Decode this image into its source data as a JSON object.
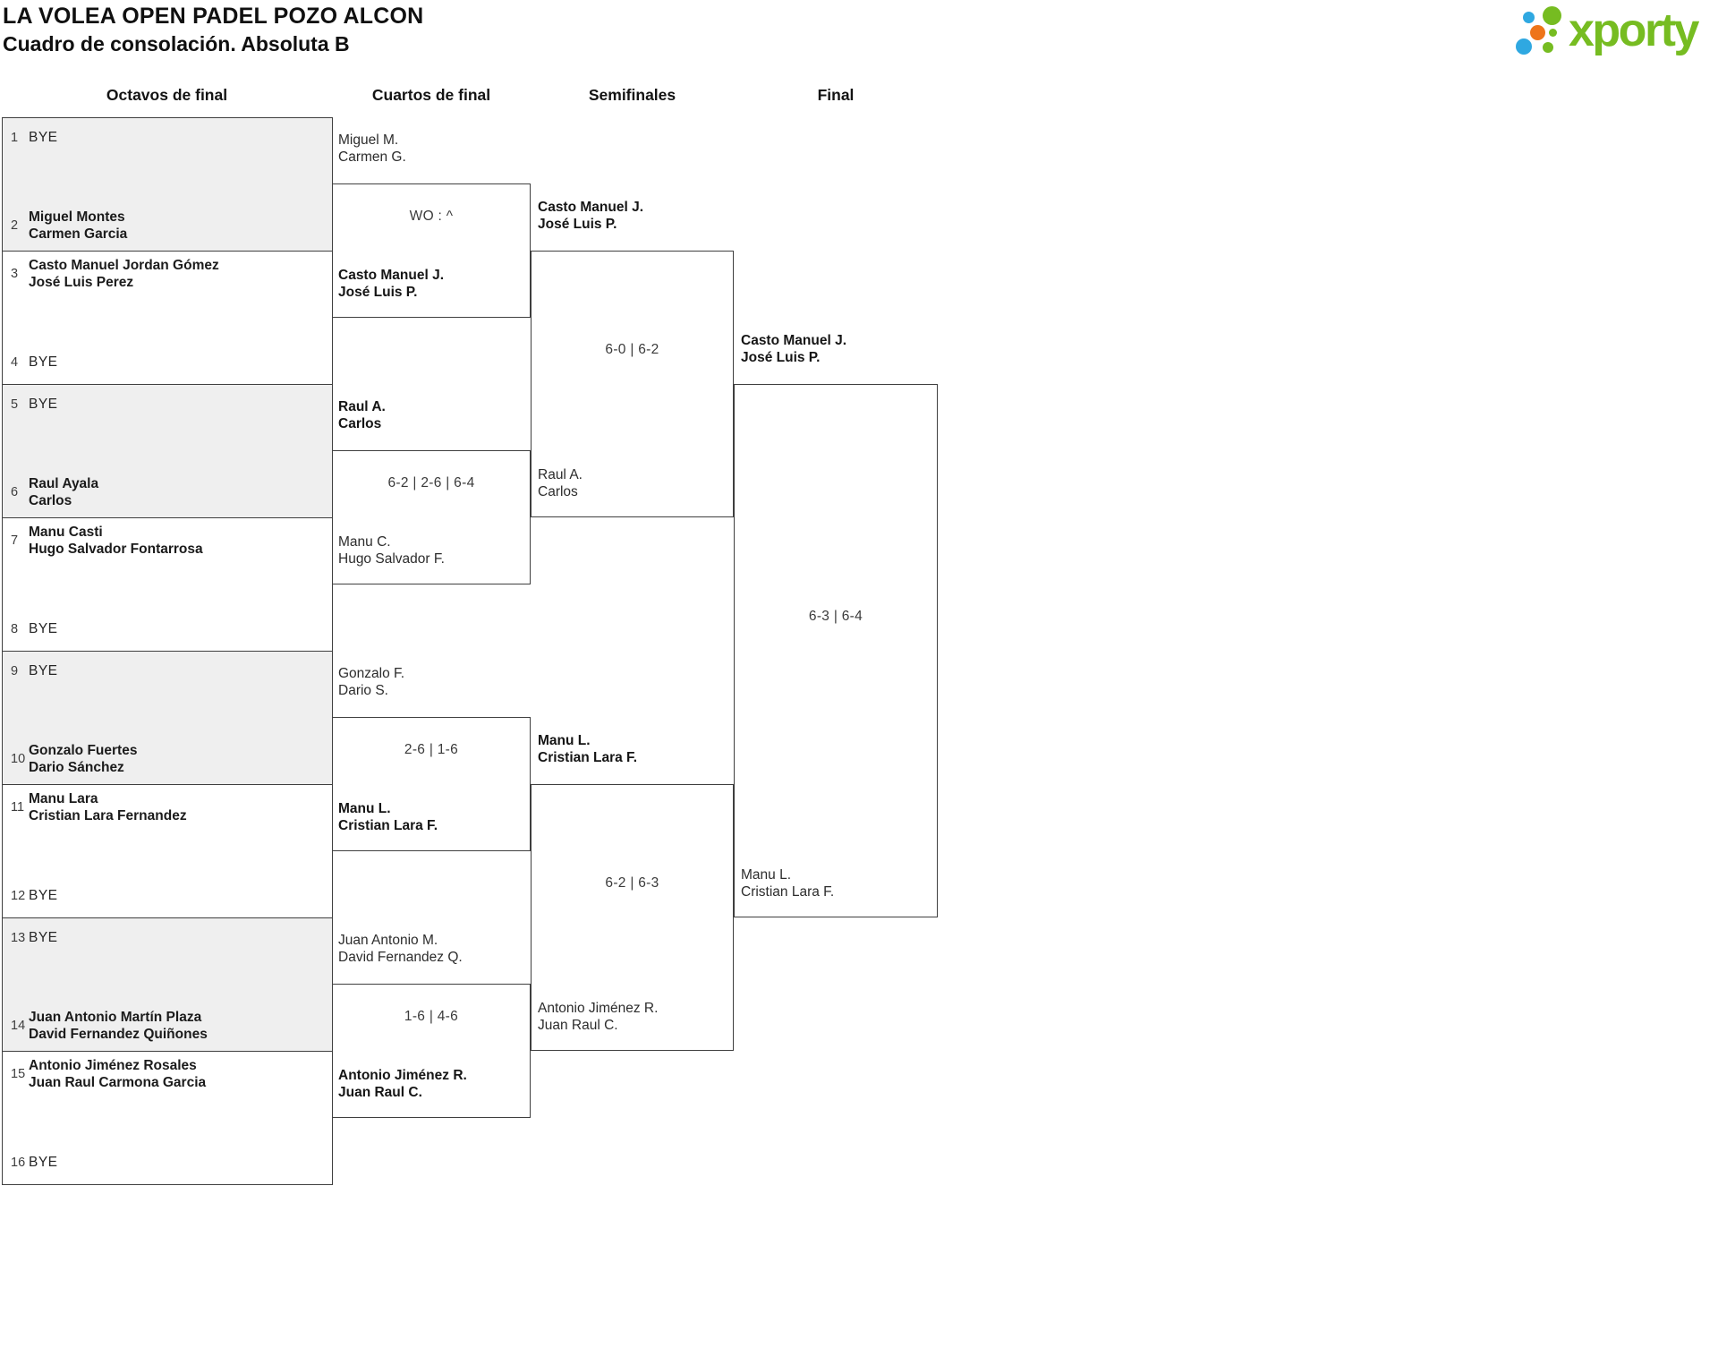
{
  "title": {
    "line1": "LA VOLEA OPEN PADEL POZO ALCON",
    "line2": "Cuadro de consolación. Absoluta B"
  },
  "logo": {
    "text": "xporty"
  },
  "colors": {
    "logo_green": "#76bc21",
    "logo_blue": "#2fa8e1",
    "logo_orange": "#ee7519",
    "shaded_row": "#efefef",
    "border": "#3f3f3f"
  },
  "rounds": [
    "Octavos de final",
    "Cuartos de final",
    "Semifinales",
    "Final"
  ],
  "bracket": {
    "octavos_boxes": [
      {
        "top": {
          "seed": "1",
          "bye": true,
          "names": [
            "BYE"
          ]
        },
        "bottom": {
          "seed": "2",
          "bye": false,
          "names": [
            "Miguel Montes",
            "Carmen Garcia"
          ]
        }
      },
      {
        "top": {
          "seed": "3",
          "bye": false,
          "names": [
            "Casto Manuel Jordan Gómez",
            "José Luis Perez"
          ]
        },
        "bottom": {
          "seed": "4",
          "bye": true,
          "names": [
            "BYE"
          ]
        }
      },
      {
        "top": {
          "seed": "5",
          "bye": true,
          "names": [
            "BYE"
          ]
        },
        "bottom": {
          "seed": "6",
          "bye": false,
          "names": [
            "Raul Ayala",
            "Carlos"
          ]
        }
      },
      {
        "top": {
          "seed": "7",
          "bye": false,
          "names": [
            "Manu Casti",
            "Hugo Salvador Fontarrosa"
          ]
        },
        "bottom": {
          "seed": "8",
          "bye": true,
          "names": [
            "BYE"
          ]
        }
      },
      {
        "top": {
          "seed": "9",
          "bye": true,
          "names": [
            "BYE"
          ]
        },
        "bottom": {
          "seed": "10",
          "bye": false,
          "names": [
            "Gonzalo Fuertes",
            "Dario Sánchez"
          ]
        }
      },
      {
        "top": {
          "seed": "11",
          "bye": false,
          "names": [
            "Manu Lara",
            "Cristian Lara Fernandez"
          ]
        },
        "bottom": {
          "seed": "12",
          "bye": true,
          "names": [
            "BYE"
          ]
        }
      },
      {
        "top": {
          "seed": "13",
          "bye": true,
          "names": [
            "BYE"
          ]
        },
        "bottom": {
          "seed": "14",
          "bye": false,
          "names": [
            "Juan Antonio Martín Plaza",
            "David Fernandez Quiñones"
          ]
        }
      },
      {
        "top": {
          "seed": "15",
          "bye": false,
          "names": [
            "Antonio Jiménez Rosales",
            "Juan Raul Carmona Garcia"
          ]
        },
        "bottom": {
          "seed": "16",
          "bye": true,
          "names": [
            "BYE"
          ]
        }
      }
    ],
    "cuartos": [
      {
        "top": {
          "names": [
            "Miguel M.",
            "Carmen G."
          ],
          "winner": false
        },
        "score": "WO : ^",
        "bottom": {
          "names": [
            "Casto Manuel J.",
            "José Luis P."
          ],
          "winner": true
        }
      },
      {
        "top": {
          "names": [
            "Raul A.",
            "Carlos"
          ],
          "winner": true
        },
        "score": "6-2 | 2-6 | 6-4",
        "bottom": {
          "names": [
            "Manu C.",
            "Hugo Salvador F."
          ],
          "winner": false
        }
      },
      {
        "top": {
          "names": [
            "Gonzalo F.",
            "Dario S."
          ],
          "winner": false
        },
        "score": "2-6 | 1-6",
        "bottom": {
          "names": [
            "Manu L.",
            "Cristian Lara F."
          ],
          "winner": true
        }
      },
      {
        "top": {
          "names": [
            "Juan Antonio M.",
            "David Fernandez Q."
          ],
          "winner": false
        },
        "score": "1-6 | 4-6",
        "bottom": {
          "names": [
            "Antonio Jiménez R.",
            "Juan Raul C."
          ],
          "winner": true
        }
      }
    ],
    "semifinales": [
      {
        "top": {
          "names": [
            "Casto Manuel J.",
            "José Luis P."
          ],
          "winner": true
        },
        "score": "6-0 | 6-2",
        "bottom": {
          "names": [
            "Raul A.",
            "Carlos"
          ],
          "winner": false
        }
      },
      {
        "top": {
          "names": [
            "Manu L.",
            "Cristian Lara F."
          ],
          "winner": true
        },
        "score": "6-2 | 6-3",
        "bottom": {
          "names": [
            "Antonio Jiménez R.",
            "Juan Raul C."
          ],
          "winner": false
        }
      }
    ],
    "final": {
      "top": {
        "names": [
          "Casto Manuel J.",
          "José Luis P."
        ],
        "winner": true
      },
      "score": "6-3 | 6-4",
      "bottom": {
        "names": [
          "Manu L.",
          "Cristian Lara F."
        ],
        "winner": false
      }
    }
  }
}
